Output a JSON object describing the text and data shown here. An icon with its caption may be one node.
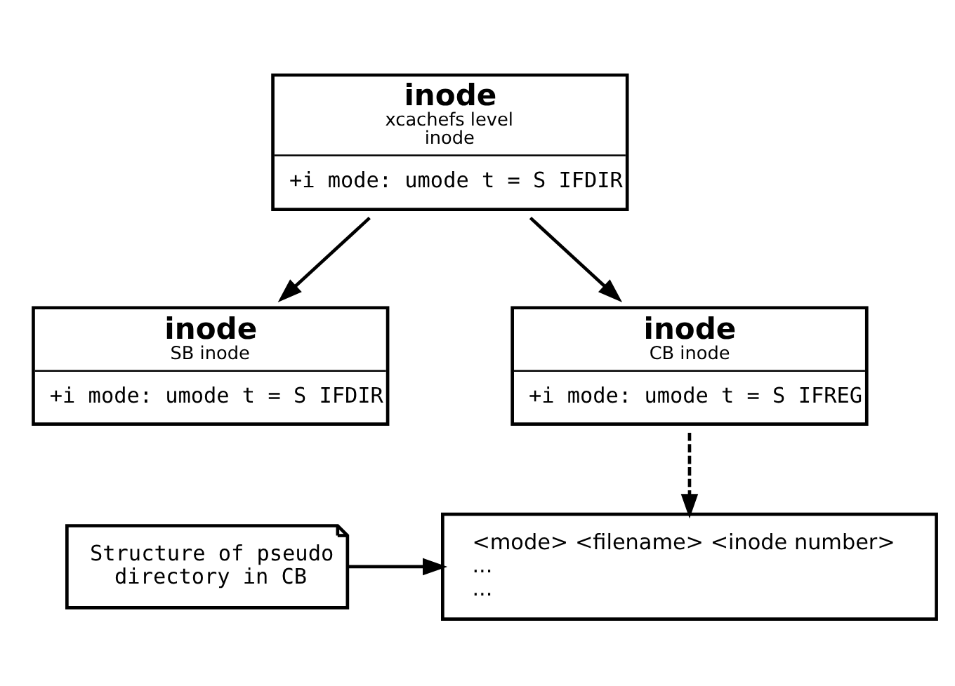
{
  "diagram": {
    "nodes": [
      {
        "text": [
          "inode",
          "xcachefs level inode",
          "+i mode: umode t = S IFDIR"
        ]
      },
      {
        "text": [
          "inode",
          "SB inode",
          "+i mode: umode t = S IFDIR"
        ]
      },
      {
        "text": [
          "inode",
          "CB inode",
          "+i mode: umode t = S IFREG"
        ]
      },
      {
        "text": [
          "<mode> <filename> <inode number>",
          "...",
          "..."
        ]
      },
      {
        "text": [
          "Structure of pseudo directory in CB"
        ]
      }
    ],
    "edges": [
      {
        "from": 0,
        "to": 1,
        "arrow": "to"
      },
      {
        "from": 0,
        "to": 2,
        "arrow": "to"
      },
      {
        "from": 2,
        "to": 3,
        "arrow": "to",
        "style": "dashed"
      },
      {
        "from": 4,
        "to": 3,
        "arrow": "to"
      }
    ]
  }
}
